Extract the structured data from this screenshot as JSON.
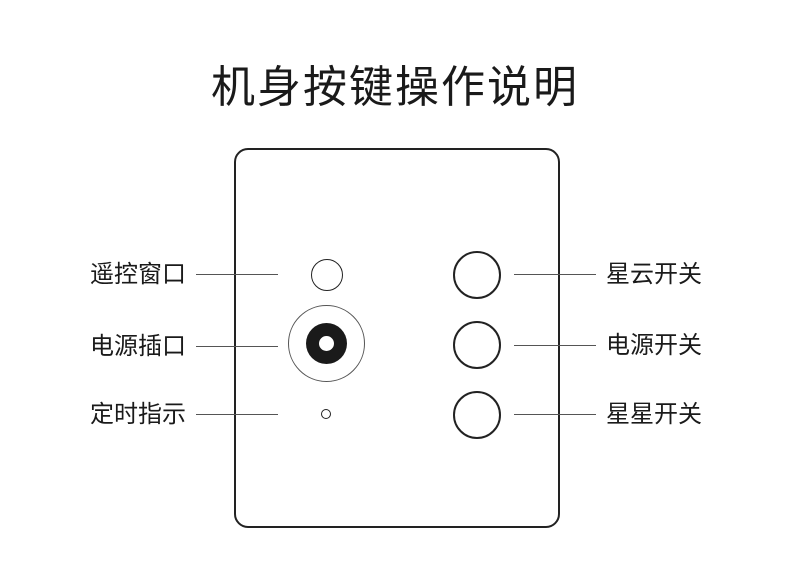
{
  "title": "机身按键操作说明",
  "left_labels": {
    "remote_window": "遥控窗口",
    "power_port": "电源插口",
    "timer_indicator": "定时指示"
  },
  "right_labels": {
    "nebula_switch": "星云开关",
    "power_switch": "电源开关",
    "stars_switch": "星星开关"
  }
}
